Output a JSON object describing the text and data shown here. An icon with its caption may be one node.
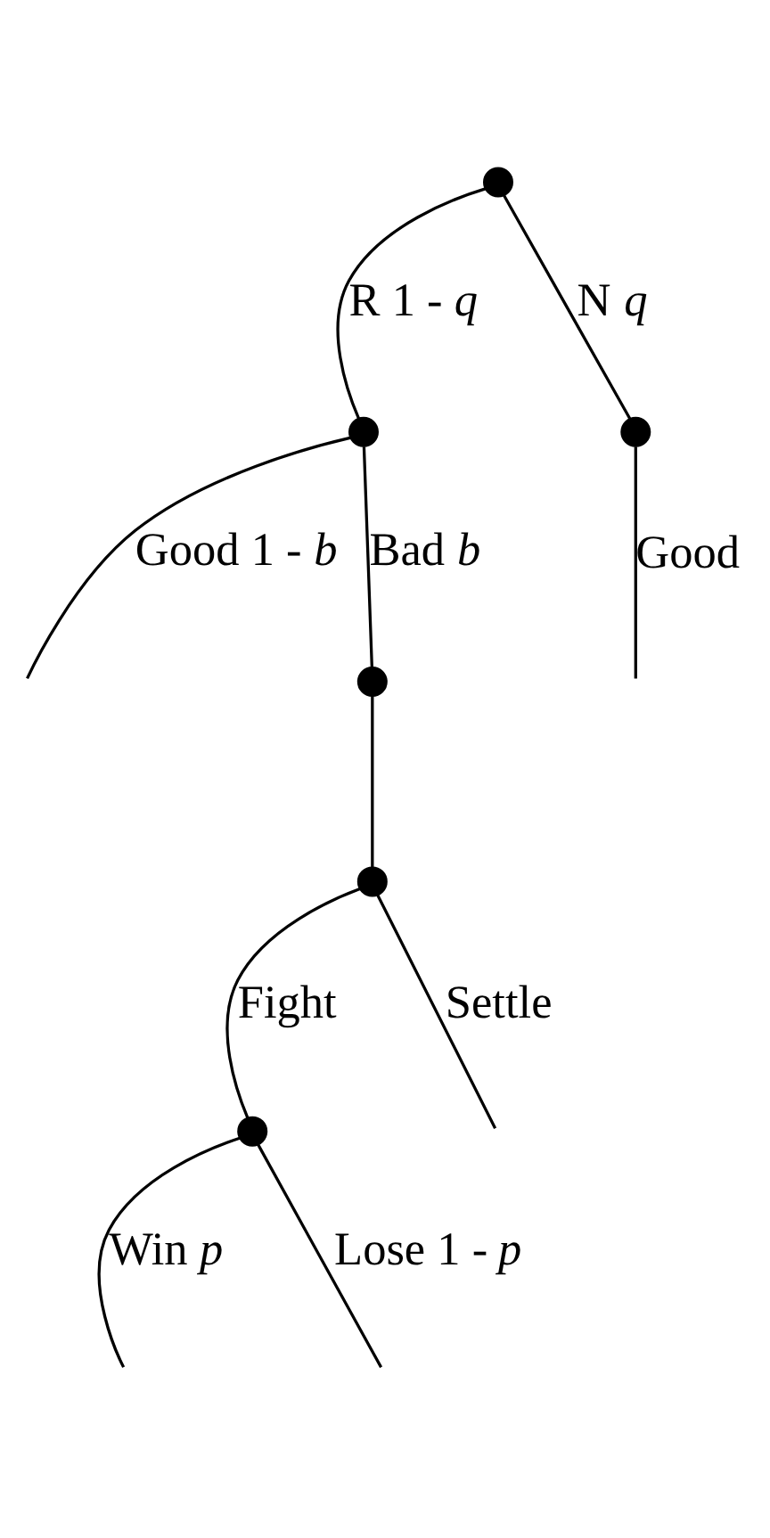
{
  "diagram": {
    "nodes": [
      {
        "text": [],
        "shape": "circle"
      },
      {
        "text": [],
        "shape": "circle"
      },
      {
        "text": [],
        "shape": "circle"
      },
      {
        "text": [],
        "shape": "circle"
      },
      {
        "text": [],
        "shape": "circle"
      },
      {
        "text": [],
        "shape": "circle"
      }
    ],
    "edges": [
      {
        "from": 0,
        "to": 1,
        "arrow": "none",
        "label": "R 1 - *q*"
      },
      {
        "from": 0,
        "to": 2,
        "arrow": "none",
        "label": "N *q*"
      },
      {
        "from": 1,
        "to": null,
        "arrow": "none",
        "label": "Good 1 - *b*"
      },
      {
        "from": 1,
        "to": 3,
        "arrow": "none",
        "label": "Bad *b*"
      },
      {
        "from": 2,
        "to": null,
        "arrow": "none",
        "label": "Good"
      },
      {
        "from": 3,
        "to": 4,
        "arrow": "none"
      },
      {
        "from": 4,
        "to": 5,
        "arrow": "none",
        "label": "Fight"
      },
      {
        "from": 4,
        "to": null,
        "arrow": "none",
        "label": "Settle"
      },
      {
        "from": 5,
        "to": null,
        "arrow": "none",
        "label": "Win *p*"
      },
      {
        "from": 5,
        "to": null,
        "arrow": "none",
        "label": "Lose 1 - *p*"
      }
    ]
  }
}
